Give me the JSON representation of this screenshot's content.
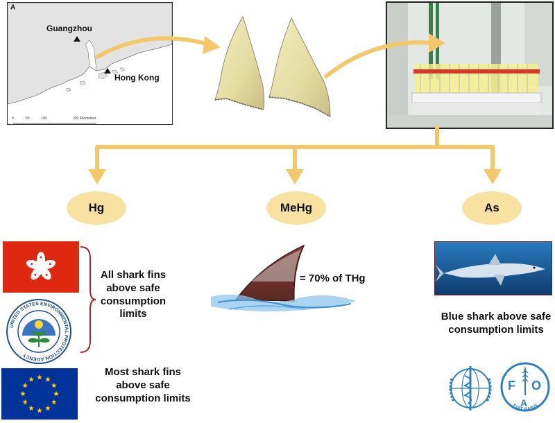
{
  "map": {
    "panel_letter": "A",
    "city_1": "Guangzhou",
    "city_2": "Hong Kong",
    "scale_labels": [
      "0",
      "50",
      "100",
      "200 Kilometers"
    ]
  },
  "analytes": {
    "hg": "Hg",
    "mehg": "MeHg",
    "as": "As"
  },
  "findings": {
    "hg_all": "All shark fins above safe consumption limits",
    "hg_most": "Most shark fins above safe consumption limits",
    "mehg_share": "= 70% of THg",
    "as_blue": "Blue shark above safe consumption limits"
  },
  "epa_seal_text": "UNITED STATES ENVIRONMENTAL PROTECTION AGENCY",
  "fao_logo_text": "FIAT PANIS",
  "colors": {
    "arrow": "#f2c86a",
    "bubble": "#f7e2a2",
    "hk_red": "#de2910",
    "eu_blue": "#003399",
    "eu_star": "#ffcc00",
    "bracket": "#a5232e",
    "un_blue": "#2f7fc1",
    "ocean": "#1a5a96"
  }
}
